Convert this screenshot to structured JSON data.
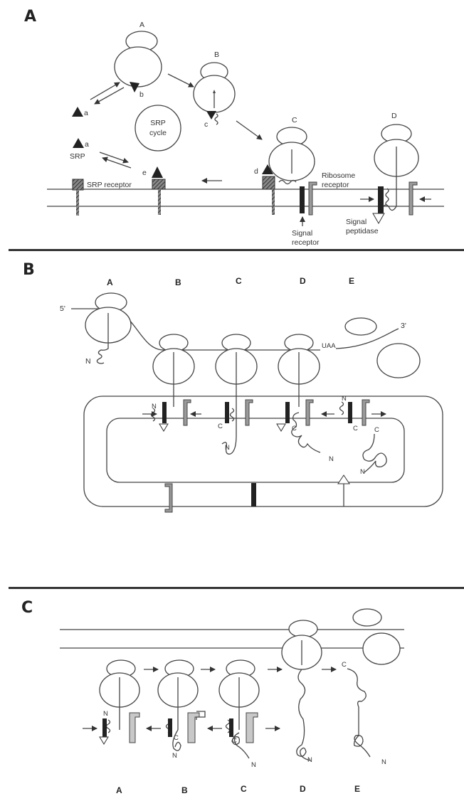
{
  "panels": {
    "a": {
      "letter": "A",
      "ribosome_labels": [
        "A",
        "B",
        "C",
        "D"
      ],
      "marker_labels": [
        "a",
        "b",
        "c",
        "a",
        "d",
        "e"
      ],
      "srp_label": "SRP",
      "cycle_label_line1": "SRP",
      "cycle_label_line2": "cycle",
      "srp_receptor": "SRP receptor",
      "ribosome_receptor_line1": "Ribosome",
      "ribosome_receptor_line2": "receptor",
      "signal_receptor_line1": "Signal",
      "signal_receptor_line2": "receptor",
      "signal_peptidase_line1": "Signal",
      "signal_peptidase_line2": "peptidase"
    },
    "b": {
      "letter": "B",
      "stages": [
        "A",
        "B",
        "C",
        "D",
        "E"
      ],
      "five_prime": "5'",
      "three_prime": "3'",
      "stop_codon": "UAA",
      "n_label": "N",
      "c_label": "C"
    },
    "c": {
      "letter": "C",
      "stages": [
        "A",
        "B",
        "C",
        "D",
        "E"
      ],
      "n_label": "N",
      "c_label": "C"
    }
  },
  "colors": {
    "line": "#444444",
    "dark_fill": "#222222",
    "receptor_gray": "#9a9a9a",
    "light_gray": "#c8c8c8",
    "divider": "#333333"
  }
}
